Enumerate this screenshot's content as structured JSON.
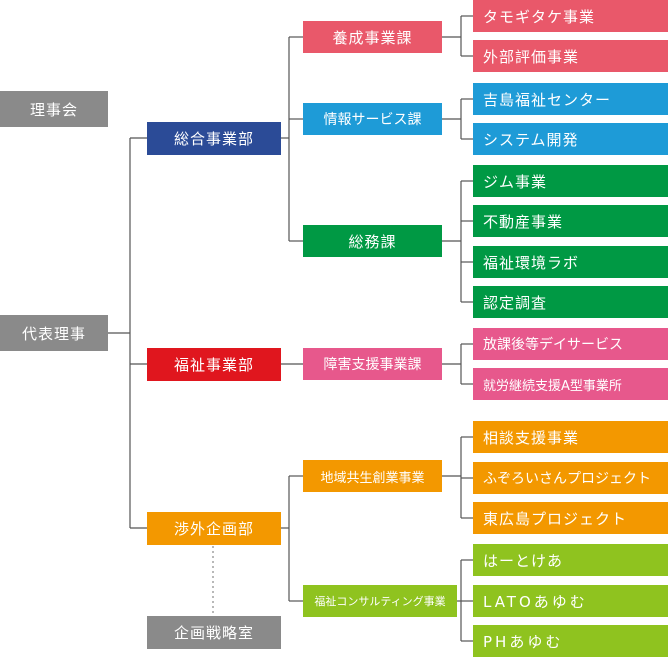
{
  "colors": {
    "gray": "#8a8a8a",
    "navy": "#2b4b97",
    "red": "#e0161e",
    "orange": "#f39800",
    "sec_pink": "#e9586a",
    "sec_blue": "#1e9bd7",
    "sec_green": "#009944",
    "sec_rose": "#e7588c",
    "sec_olive": "#8fc31f",
    "line": "#555555"
  },
  "top": {
    "board": "理事会",
    "rep": "代表理事"
  },
  "departments": {
    "general": "総合事業部",
    "welfare": "福祉事業部",
    "external": "渉外企画部",
    "strategy": "企画戦略室"
  },
  "sections": {
    "yosei": "養成事業課",
    "info": "情報サービス課",
    "somu": "総務課",
    "shogai": "障害支援事業課",
    "chiiki": "地域共生創業事業",
    "consult": "福祉コンサルティング事業"
  },
  "leaves": {
    "tamogitake": "タモギタケ事業",
    "gaibu": "外部評価事業",
    "yoshijima": "吉島福祉センター",
    "system": "システム開発",
    "gym": "ジム事業",
    "fudosan": "不動産事業",
    "lab": "福祉環境ラボ",
    "nintei": "認定調査",
    "hokago": "放課後等デイサービス",
    "shuro": "就労継続支援A型事業所",
    "sodan": "相談支援事業",
    "fuzoroi": "ふぞろいさんプロジェクト",
    "higashi": "東広島プロジェクト",
    "haatokea": "はーとけあ",
    "lato": "LATOあゆむ",
    "ph": "PHあゆむ"
  }
}
